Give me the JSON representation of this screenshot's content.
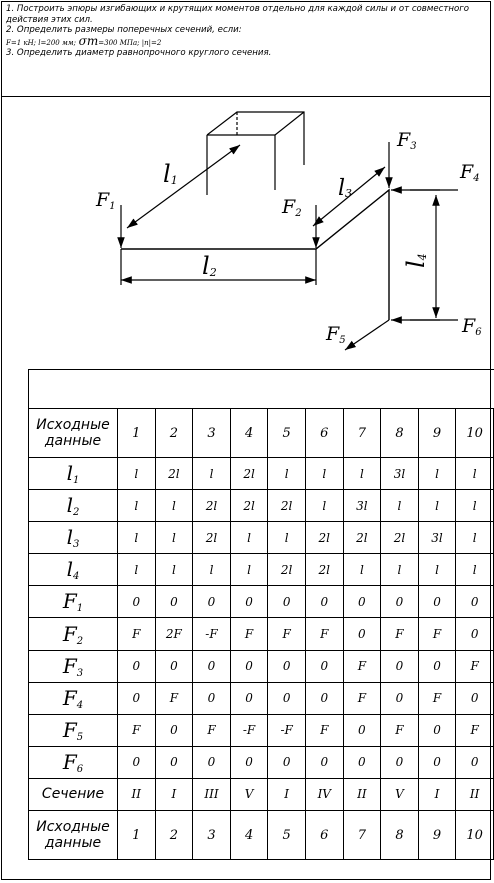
{
  "task": {
    "line1": "1. Построить эпюры изгибающих и крутящих моментов отдельно для каждой силы и от совместного",
    "line2": "действия этих сил.",
    "line3": "2. Определить размеры поперечных сечений, если:",
    "params": "F=1 кН; l=200 мм;",
    "sigma": "σт",
    "params2": "=300 МПа; |n|=2",
    "line4": "3. Определить диаметр равнопрочного круглого сечения."
  },
  "figure": {
    "labels": {
      "f1": "F",
      "f1_sub": "1",
      "f2": "F",
      "f2_sub": "2",
      "f3": "F",
      "f3_sub": "3",
      "f4": "F",
      "f4_sub": "4",
      "f5": "F",
      "f5_sub": "5",
      "f6": "F",
      "f6_sub": "6",
      "l1": "l",
      "l1_sub": "1",
      "l2": "l",
      "l2_sub": "2",
      "l3": "l",
      "l3_sub": "3",
      "l4": "l",
      "l4_sub": "4"
    }
  },
  "table": {
    "header_label": "Исходные данные",
    "columns": [
      "1",
      "2",
      "3",
      "4",
      "5",
      "6",
      "7",
      "8",
      "9",
      "10"
    ],
    "rows": [
      {
        "label": "l",
        "sub": "1",
        "values": [
          "l",
          "2l",
          "l",
          "2l",
          "l",
          "l",
          "l",
          "3l",
          "l",
          "l"
        ]
      },
      {
        "label": "l",
        "sub": "2",
        "values": [
          "l",
          "l",
          "2l",
          "2l",
          "2l",
          "l",
          "3l",
          "l",
          "l",
          "l"
        ]
      },
      {
        "label": "l",
        "sub": "3",
        "values": [
          "l",
          "l",
          "2l",
          "l",
          "l",
          "2l",
          "2l",
          "2l",
          "3l",
          "l"
        ]
      },
      {
        "label": "l",
        "sub": "4",
        "values": [
          "l",
          "l",
          "l",
          "l",
          "2l",
          "2l",
          "l",
          "l",
          "l",
          "l"
        ]
      },
      {
        "label": "F",
        "sub": "1",
        "values": [
          "0",
          "0",
          "0",
          "0",
          "0",
          "0",
          "0",
          "0",
          "0",
          "0"
        ]
      },
      {
        "label": "F",
        "sub": "2",
        "values": [
          "F",
          "2F",
          "-F",
          "F",
          "F",
          "F",
          "0",
          "F",
          "F",
          "0"
        ]
      },
      {
        "label": "F",
        "sub": "3",
        "values": [
          "0",
          "0",
          "0",
          "0",
          "0",
          "0",
          "F",
          "0",
          "0",
          "F"
        ]
      },
      {
        "label": "F",
        "sub": "4",
        "values": [
          "0",
          "F",
          "0",
          "0",
          "0",
          "0",
          "F",
          "0",
          "F",
          "0"
        ]
      },
      {
        "label": "F",
        "sub": "5",
        "values": [
          "F",
          "0",
          "F",
          "-F",
          "-F",
          "F",
          "0",
          "F",
          "0",
          "F"
        ]
      },
      {
        "label": "F",
        "sub": "6",
        "values": [
          "0",
          "0",
          "0",
          "0",
          "0",
          "0",
          "0",
          "0",
          "0",
          "0"
        ]
      },
      {
        "label": "Сечение",
        "sub": "",
        "values": [
          "II",
          "I",
          "III",
          "V",
          "I",
          "IV",
          "II",
          "V",
          "I",
          "II"
        ]
      }
    ],
    "footer_label": "Исходные данные"
  }
}
